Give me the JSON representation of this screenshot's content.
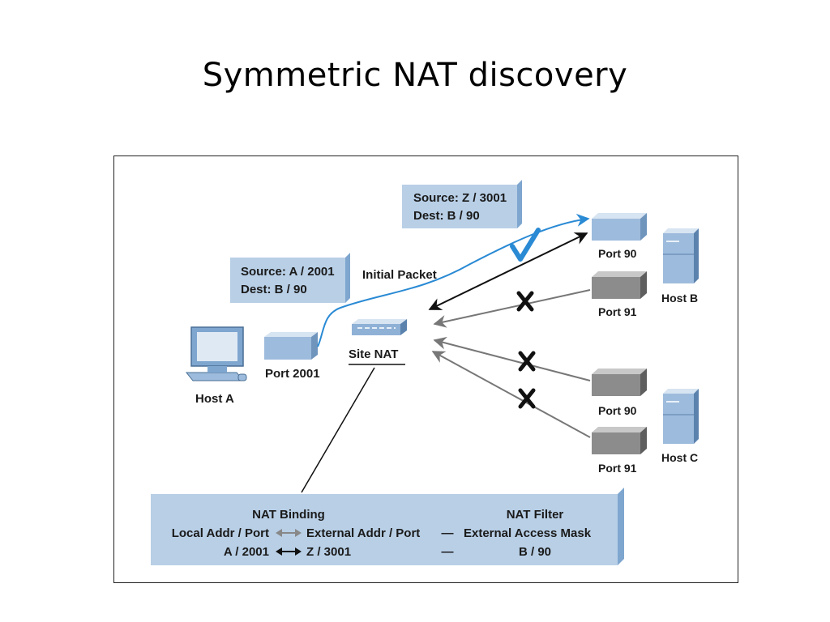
{
  "slide": {
    "title": "Symmetric NAT discovery"
  },
  "diagram": {
    "packet_out": {
      "line1": "Source: A / 2001",
      "line2": "Dest: B / 90"
    },
    "packet_in": {
      "line1": "Source: Z / 3001",
      "line2": "Dest: B / 90"
    },
    "initial_packet_label": "Initial Packet",
    "host_a_label": "Host A",
    "port_2001_label": "Port 2001",
    "site_nat_label": "Site NAT",
    "host_b": {
      "label": "Host B",
      "port_a_label": "Port 90",
      "port_b_label": "Port 91"
    },
    "host_c": {
      "label": "Host C",
      "port_a_label": "Port 90",
      "port_b_label": "Port 91"
    },
    "table": {
      "header_left": "NAT Binding",
      "header_right": "NAT Filter",
      "row1_local": "Local Addr / Port",
      "row1_external": "External Addr / Port",
      "row1_dash": "—",
      "row1_mask": "External Access Mask",
      "row2_local": "A / 2001",
      "row2_external": "Z / 3001",
      "row2_dash": "—",
      "row2_mask": "B / 90"
    },
    "colors": {
      "accent_blue": "#2a8ad4",
      "box_fill": "#b8cfe6",
      "port_gray": "#8c8c8c"
    }
  }
}
